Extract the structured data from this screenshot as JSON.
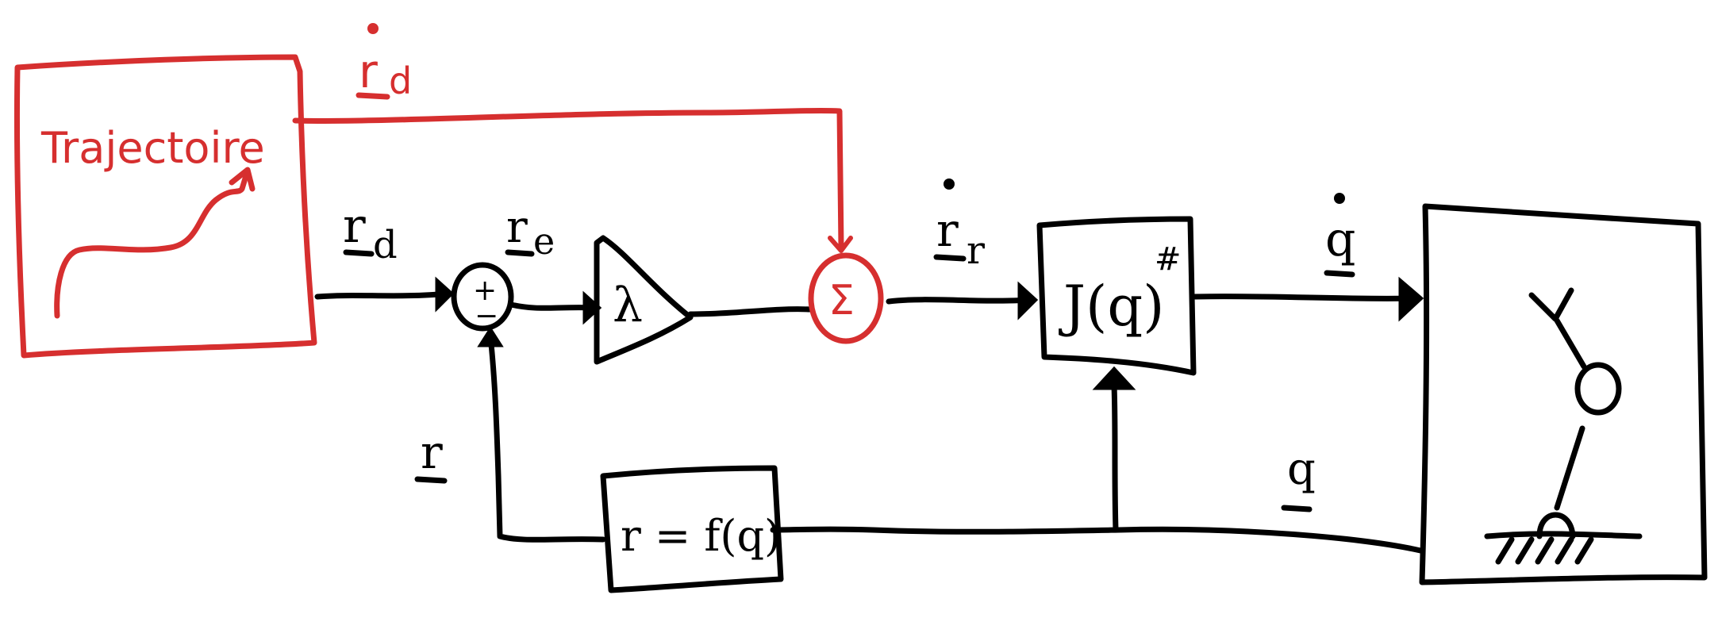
{
  "diagram": {
    "trajectory_block": {
      "label": "Trajectoire"
    },
    "signals": {
      "rd": "r",
      "rd_sub": "d",
      "rd_dot": "r",
      "rd_dot_sub": "d",
      "re": "r",
      "re_sub": "e",
      "rr_dot": "r",
      "rr_dot_sub": "r",
      "q_dot": "q",
      "q": "q",
      "r": "r"
    },
    "sum_node": {
      "top_sign": "+",
      "bottom_sign": "−"
    },
    "gain_block": {
      "label": "λ"
    },
    "sum_node_red": {
      "label": "Σ"
    },
    "jacobian_block": {
      "label": "J(q)",
      "superscript": "#"
    },
    "kinematics_block": {
      "label": "r = f(q)"
    }
  },
  "colors": {
    "ink": "#000000",
    "accent": "#d62f2f",
    "background": "#ffffff"
  },
  "icons": {
    "robot": "robot-arm-icon"
  }
}
